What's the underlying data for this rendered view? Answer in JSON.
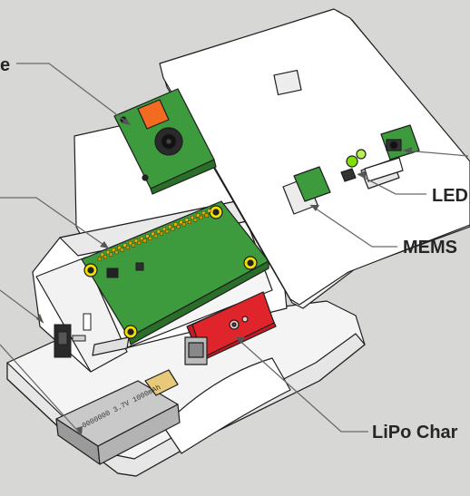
{
  "labels": {
    "camera": "e",
    "led": "LED",
    "mems": "MEMS",
    "lipo": "LiPo Char"
  },
  "battery_text": "0000000 3.7V 1000mAh",
  "colors": {
    "background": "#d7d7d5",
    "case_white": "#ffffff",
    "case_shade": "#e9e9e9",
    "outline": "#1e1e1e",
    "pcb_green": "#3d9a3d",
    "camera_orange": "#f26b21",
    "charger_red": "#e0242b",
    "pad_yellow": "#f2e000",
    "battery_grey": "#a9a9a9",
    "led_green": "#7fe000",
    "leader_line": "#6a6a6a"
  }
}
